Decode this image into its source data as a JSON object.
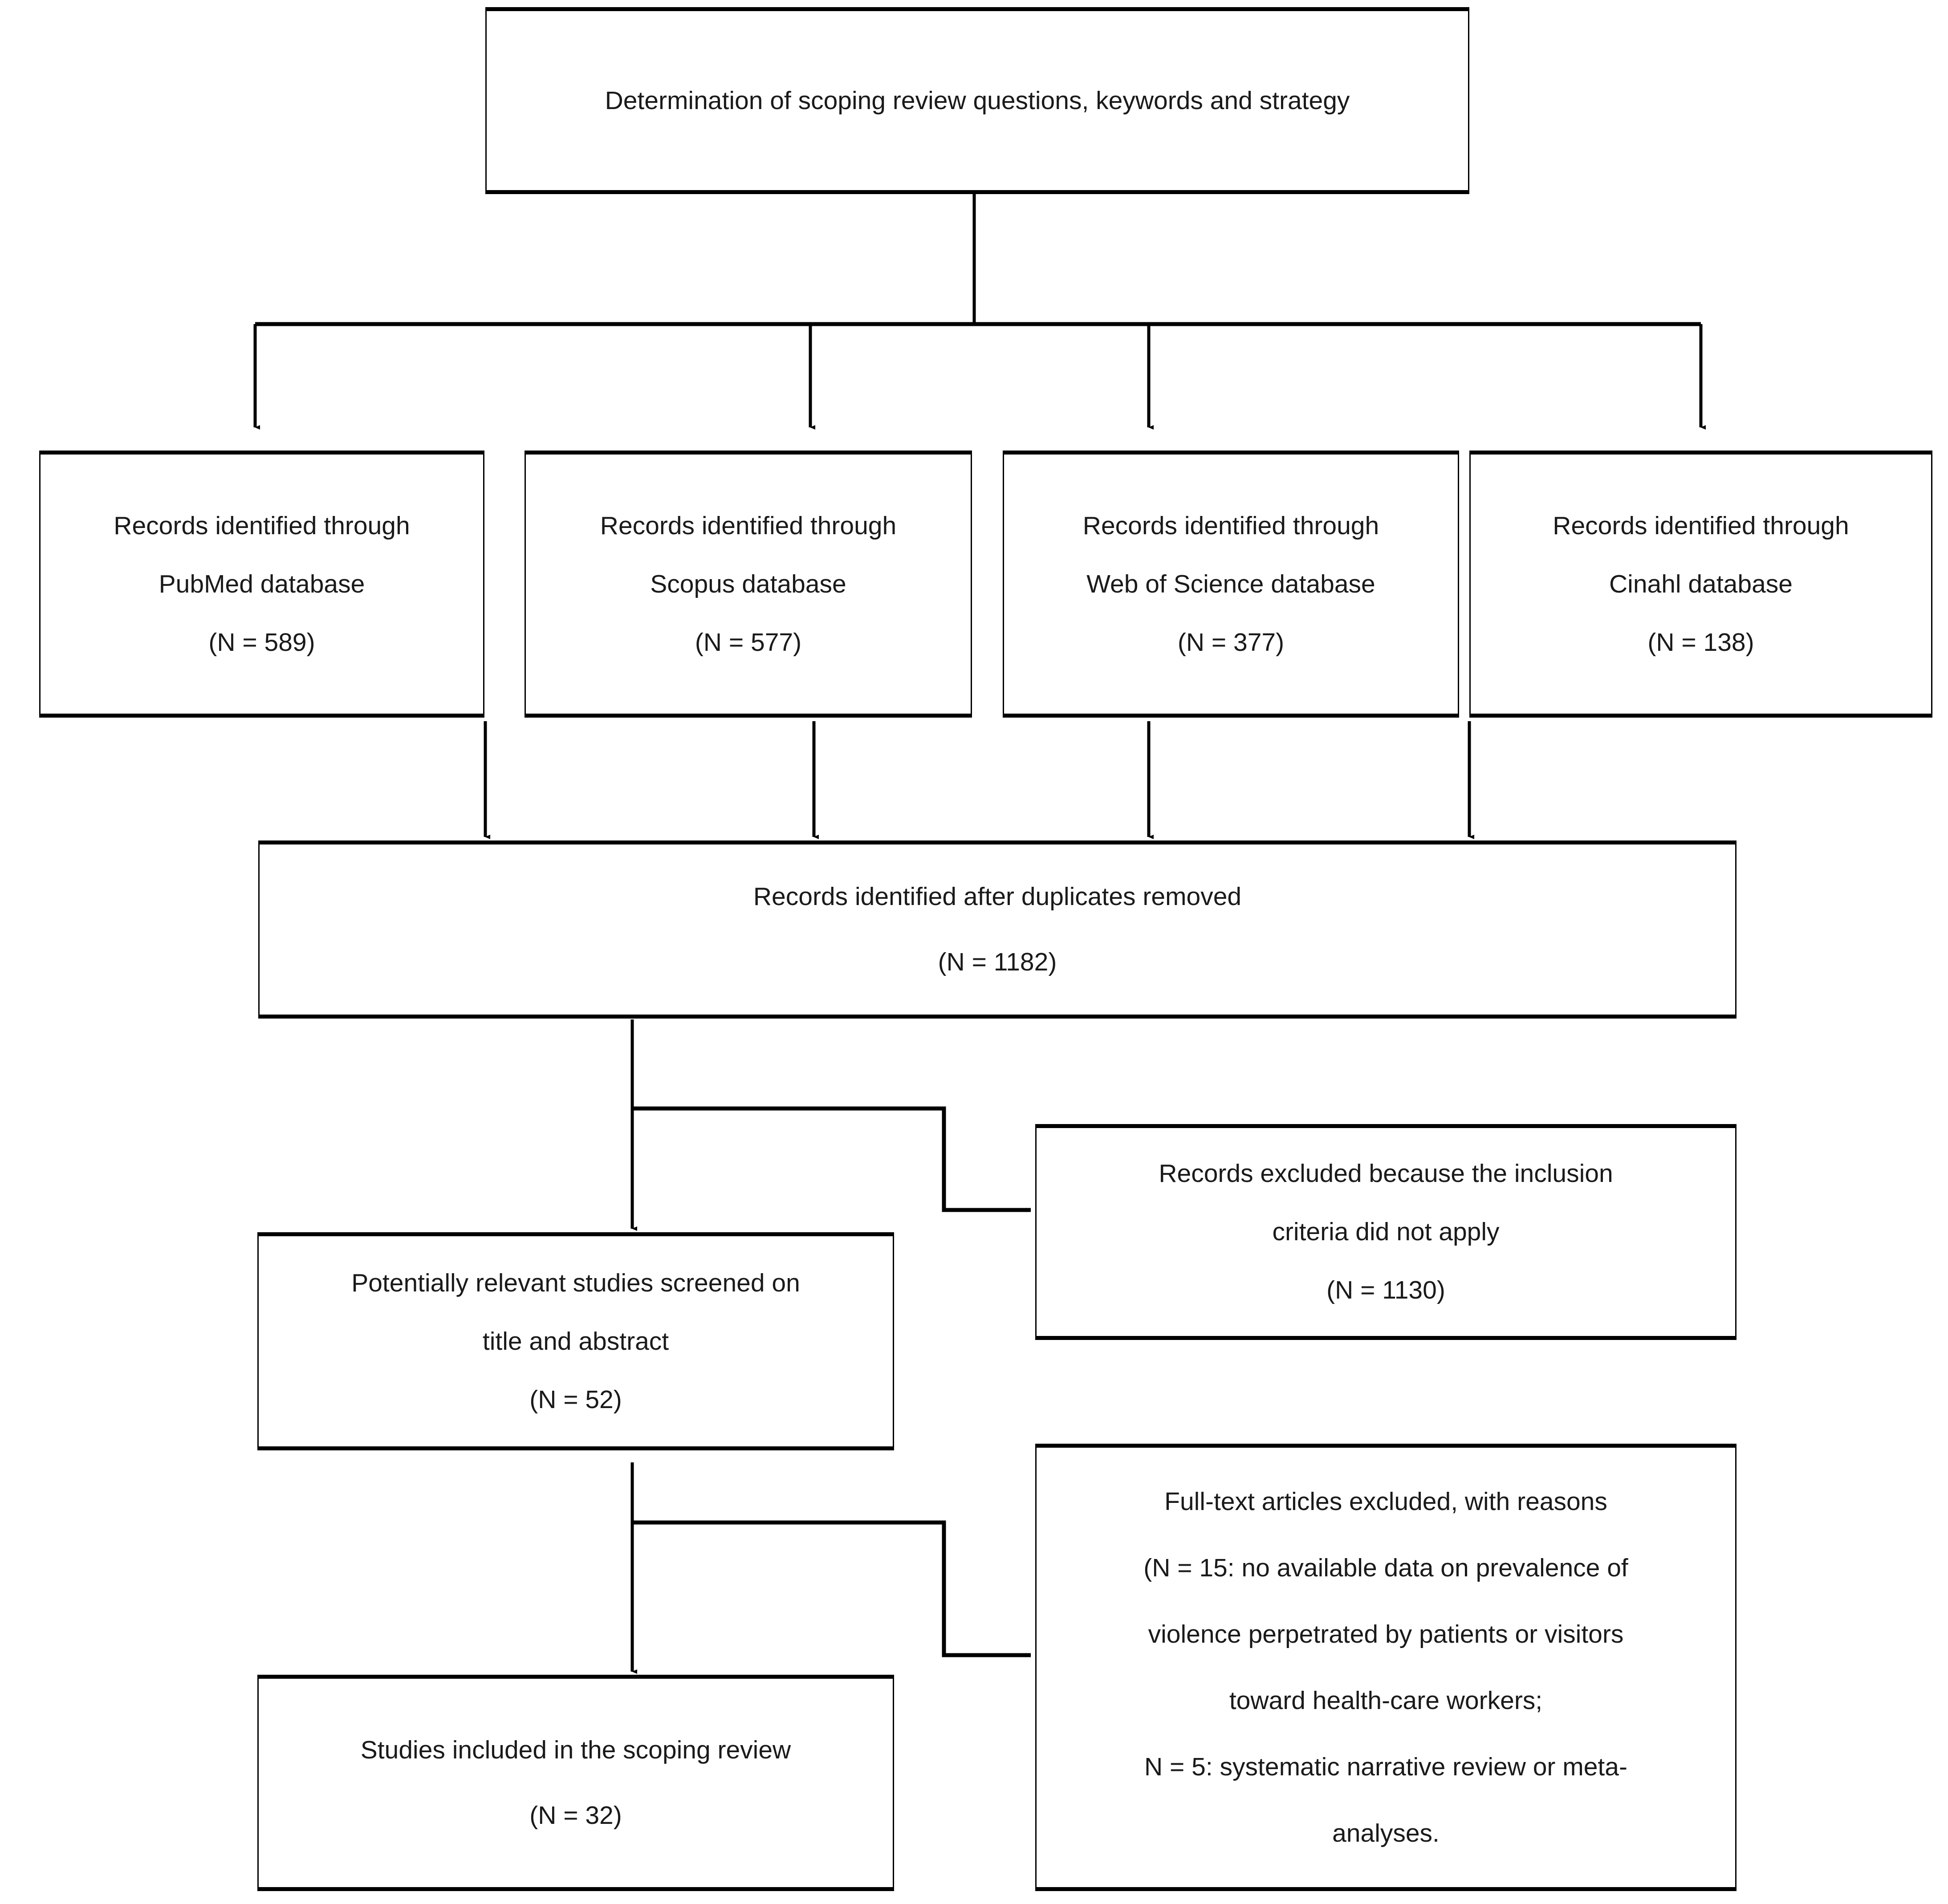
{
  "diagram": {
    "type": "prisma-flow-diagram",
    "title": "PRISMA scoping review flow diagram",
    "background_color": "#ffffff",
    "line_color": "#000000",
    "text_color": "#1a1a1a"
  },
  "nodes": {
    "determination": {
      "id": "determination",
      "lines": [
        "Determination of scoping review questions, keywords and strategy"
      ]
    },
    "pubmed": {
      "id": "pubmed",
      "lines": [
        "Records identified through",
        "PubMed database",
        "(N = 589)"
      ],
      "database": "PubMed",
      "count": 589
    },
    "scopus": {
      "id": "scopus",
      "lines": [
        "Records identified through",
        "Scopus database",
        "(N = 577)"
      ],
      "database": "Scopus",
      "count": 577
    },
    "wos": {
      "id": "wos",
      "lines": [
        "Records identified through",
        "Web of Science database",
        "(N = 377)"
      ],
      "database": "Web of Science",
      "count": 377
    },
    "cinahl": {
      "id": "cinahl",
      "lines": [
        "Records identified through",
        "Cinahl database",
        "(N = 138)"
      ],
      "database": "Cinahl",
      "count": 138
    },
    "duplicates_removed": {
      "id": "duplicates_removed",
      "lines": [
        "Records identified after duplicates removed",
        "(N = 1182)"
      ],
      "count": 1182
    },
    "records_excluded": {
      "id": "records_excluded",
      "lines": [
        "Records excluded because the inclusion",
        "criteria did not apply",
        "(N = 1130)"
      ],
      "count": 1130
    },
    "screened": {
      "id": "screened",
      "lines": [
        "Potentially relevant studies screened on",
        "title and abstract",
        "(N = 52)"
      ],
      "count": 52
    },
    "fulltext_excluded": {
      "id": "fulltext_excluded",
      "lines": [
        "Full-text articles excluded, with reasons",
        "(N = 15: no available data on prevalence of",
        "violence perpetrated by patients or visitors",
        "toward health-care workers;",
        "N = 5: systematic narrative review or meta-",
        "analyses."
      ],
      "counts": {
        "no_data": 15,
        "review_or_meta": 5
      }
    },
    "included": {
      "id": "included",
      "lines": [
        "Studies included in the scoping review",
        "(N = 32)"
      ],
      "count": 32
    }
  },
  "edges": [
    {
      "from": "determination",
      "to": "pubmed",
      "style": "orthogonal-split",
      "arrow": true
    },
    {
      "from": "determination",
      "to": "scopus",
      "style": "orthogonal-split",
      "arrow": true
    },
    {
      "from": "determination",
      "to": "wos",
      "style": "orthogonal-split",
      "arrow": true
    },
    {
      "from": "determination",
      "to": "cinahl",
      "style": "orthogonal-split",
      "arrow": true
    },
    {
      "from": "pubmed",
      "to": "duplicates_removed",
      "style": "straight-down",
      "arrow": true
    },
    {
      "from": "scopus",
      "to": "duplicates_removed",
      "style": "straight-down",
      "arrow": true
    },
    {
      "from": "wos",
      "to": "duplicates_removed",
      "style": "straight-down",
      "arrow": true
    },
    {
      "from": "cinahl",
      "to": "duplicates_removed",
      "style": "straight-down",
      "arrow": true
    },
    {
      "from": "duplicates_removed",
      "to": "screened",
      "style": "straight-down",
      "arrow": true
    },
    {
      "from": "duplicates_removed",
      "to": "records_excluded",
      "style": "elbow-right",
      "arrow": true
    },
    {
      "from": "screened",
      "to": "included",
      "style": "straight-down",
      "arrow": true
    },
    {
      "from": "screened",
      "to": "fulltext_excluded",
      "style": "elbow-right",
      "arrow": true
    }
  ]
}
